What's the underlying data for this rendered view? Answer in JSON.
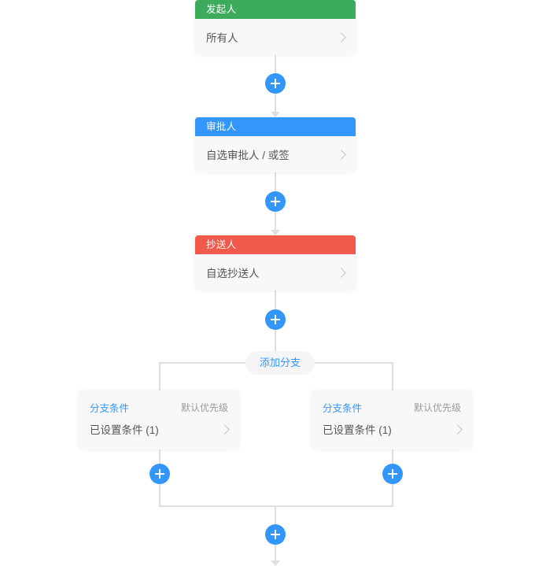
{
  "flow": {
    "nodes": [
      {
        "id": "initiator",
        "header": "发起人",
        "body": "所有人",
        "color": "#3dab5c",
        "chevron_icon": "chevron-right-icon"
      },
      {
        "id": "approver",
        "header": "审批人",
        "body": "自选审批人 / 或签",
        "color": "#3296fa",
        "chevron_icon": "chevron-right-icon"
      },
      {
        "id": "cc",
        "header": "抄送人",
        "body": "自选抄送人",
        "color": "#f15a4a",
        "chevron_icon": "chevron-right-icon"
      }
    ],
    "add_branch_label": "添加分支",
    "add_node_icon": "plus-icon",
    "branches": [
      {
        "id": "branch-left",
        "title": "分支条件",
        "priority": "默认优先级",
        "condition": "已设置条件 (1)",
        "chevron_icon": "chevron-right-icon"
      },
      {
        "id": "branch-right",
        "title": "分支条件",
        "priority": "默认优先级",
        "condition": "已设置条件 (1)",
        "chevron_icon": "chevron-right-icon"
      }
    ],
    "colors": {
      "line": "#dedede",
      "accent": "#3296fa",
      "initiator": "#3dab5c",
      "approver": "#3296fa",
      "cc": "#f15a4a",
      "card_bg": "#f8f8f8",
      "text": "#545454",
      "muted": "#9a9a9a"
    }
  }
}
